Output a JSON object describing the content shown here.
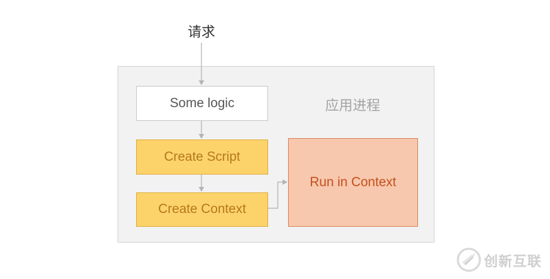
{
  "request_label": "请求",
  "process_label": "应用进程",
  "nodes": {
    "some_logic": "Some logic",
    "create_script": "Create Script",
    "create_context": "Create Context",
    "run_in_context": "Run in Context"
  },
  "watermark": {
    "text": "创新互联"
  },
  "colors": {
    "process_bg": "#f2f2f2",
    "yellow_fill": "#fcd36b",
    "yellow_text": "#b6781a",
    "orange_fill": "#f7c8ad",
    "orange_text": "#c44f1e",
    "arrow": "#b3b3b3"
  }
}
